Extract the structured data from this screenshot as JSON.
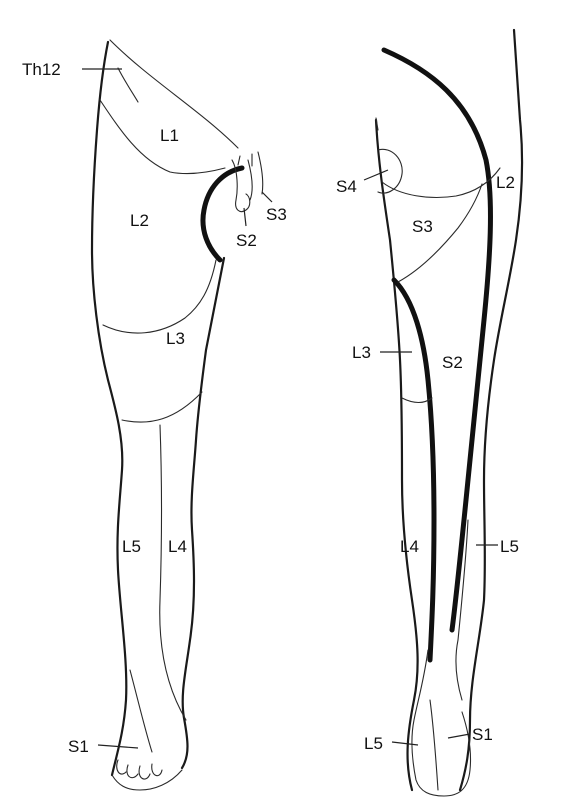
{
  "anterior": {
    "labels": {
      "th12": "Th12",
      "l1": "L1",
      "l2": "L2",
      "l3": "L3",
      "l4": "L4",
      "l5": "L5",
      "s1": "S1",
      "s2": "S2",
      "s3": "S3"
    }
  },
  "posterior": {
    "labels": {
      "s4": "S4",
      "l2": "L2",
      "s3": "S3",
      "l3": "L3",
      "s2": "S2",
      "l4": "L4",
      "l5": "L5",
      "l5_foot": "L5",
      "s1": "S1"
    }
  }
}
